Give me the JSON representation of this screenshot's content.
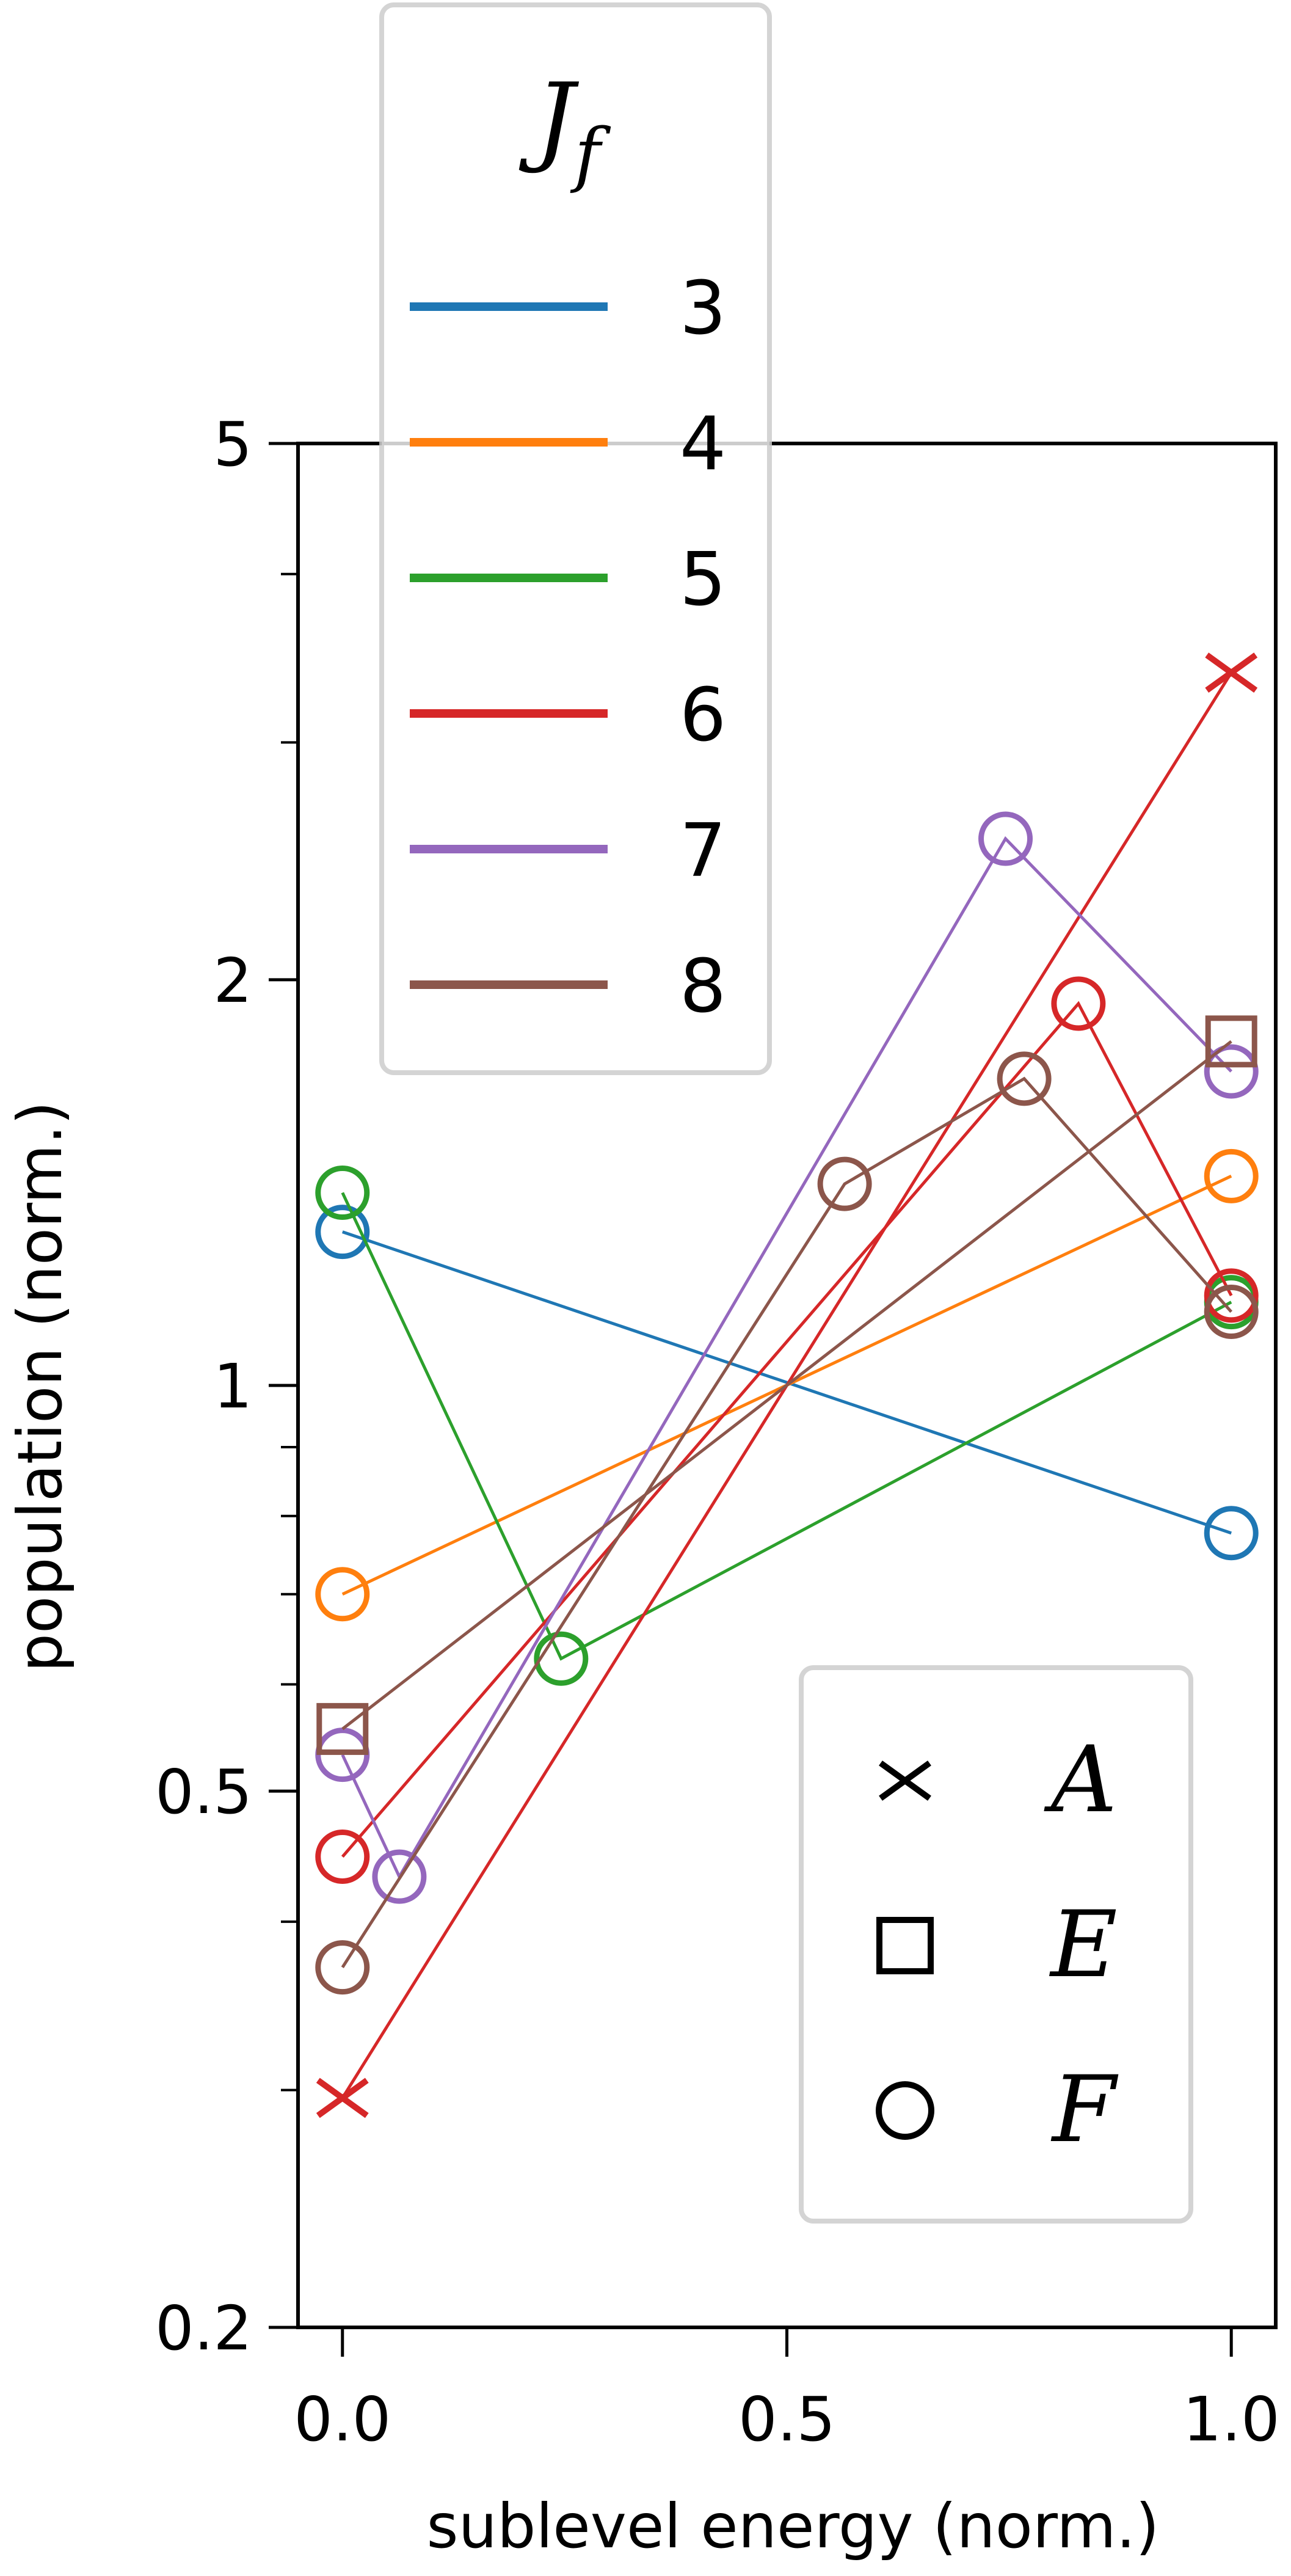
{
  "chart_data": {
    "type": "line",
    "xlabel": "sublevel energy (norm.)",
    "ylabel": "population (norm.)",
    "xlim": [
      -0.05,
      1.05
    ],
    "ylim": [
      0.2,
      5
    ],
    "yscale": "log",
    "grid": false,
    "x_ticks": [
      0.0,
      0.5,
      1.0
    ],
    "x_tick_labels": [
      "0.0",
      "0.5",
      "1.0"
    ],
    "y_ticks": [
      0.2,
      0.5,
      1,
      2,
      5
    ],
    "y_tick_labels": [
      "0.2",
      "0.5",
      "1",
      "2",
      "5"
    ],
    "y_minor_ticks": [
      0.3,
      0.4,
      0.6,
      0.7,
      0.8,
      0.9,
      3,
      4
    ],
    "color_legend": {
      "title": "J",
      "title_subscript": "f",
      "placement": "top-left",
      "entries": [
        {
          "label": "3",
          "color": "#1f77b4"
        },
        {
          "label": "4",
          "color": "#ff7f0e"
        },
        {
          "label": "5",
          "color": "#2ca02c"
        },
        {
          "label": "6",
          "color": "#d62728"
        },
        {
          "label": "7",
          "color": "#9467bd"
        },
        {
          "label": "8",
          "color": "#8c564b"
        }
      ]
    },
    "marker_legend": {
      "placement": "bottom-right",
      "entries": [
        {
          "marker": "x",
          "label": "A"
        },
        {
          "marker": "square",
          "label": "E"
        },
        {
          "marker": "circle",
          "label": "F"
        }
      ]
    },
    "series": [
      {
        "name": "J=3 F",
        "jf": "3",
        "color": "#1f77b4",
        "marker": "circle",
        "points": [
          [
            0.0,
            1.3
          ],
          [
            1.0,
            0.777
          ]
        ]
      },
      {
        "name": "J=4 F",
        "jf": "4",
        "color": "#ff7f0e",
        "marker": "circle",
        "points": [
          [
            0.0,
            0.7
          ],
          [
            1.0,
            1.43
          ]
        ]
      },
      {
        "name": "J=5 F",
        "jf": "5",
        "color": "#2ca02c",
        "marker": "circle",
        "points": [
          [
            0.0,
            1.39
          ],
          [
            0.246,
            0.627
          ],
          [
            1.0,
            1.153
          ]
        ]
      },
      {
        "name": "J=6 A",
        "jf": "6",
        "color": "#d62728",
        "marker": "x",
        "points": [
          [
            0.0,
            0.296
          ],
          [
            1.0,
            3.38
          ]
        ]
      },
      {
        "name": "J=6 F",
        "jf": "6",
        "color": "#d62728",
        "marker": "circle",
        "points": [
          [
            0.0,
            0.447
          ],
          [
            0.828,
            1.92
          ],
          [
            1.0,
            1.166
          ]
        ]
      },
      {
        "name": "J=7 F",
        "jf": "7",
        "color": "#9467bd",
        "marker": "circle",
        "points": [
          [
            0.0,
            0.532
          ],
          [
            0.064,
            0.432
          ],
          [
            0.746,
            2.545
          ],
          [
            1.0,
            1.71
          ]
        ]
      },
      {
        "name": "J=8 E",
        "jf": "8",
        "color": "#8c564b",
        "marker": "square",
        "points": [
          [
            0.0,
            0.556
          ],
          [
            1.0,
            1.8
          ]
        ]
      },
      {
        "name": "J=8 F",
        "jf": "8",
        "color": "#8c564b",
        "marker": "circle",
        "points": [
          [
            0.0,
            0.37
          ],
          [
            0.565,
            1.411
          ],
          [
            0.767,
            1.689
          ],
          [
            1.0,
            1.134
          ]
        ]
      }
    ]
  }
}
